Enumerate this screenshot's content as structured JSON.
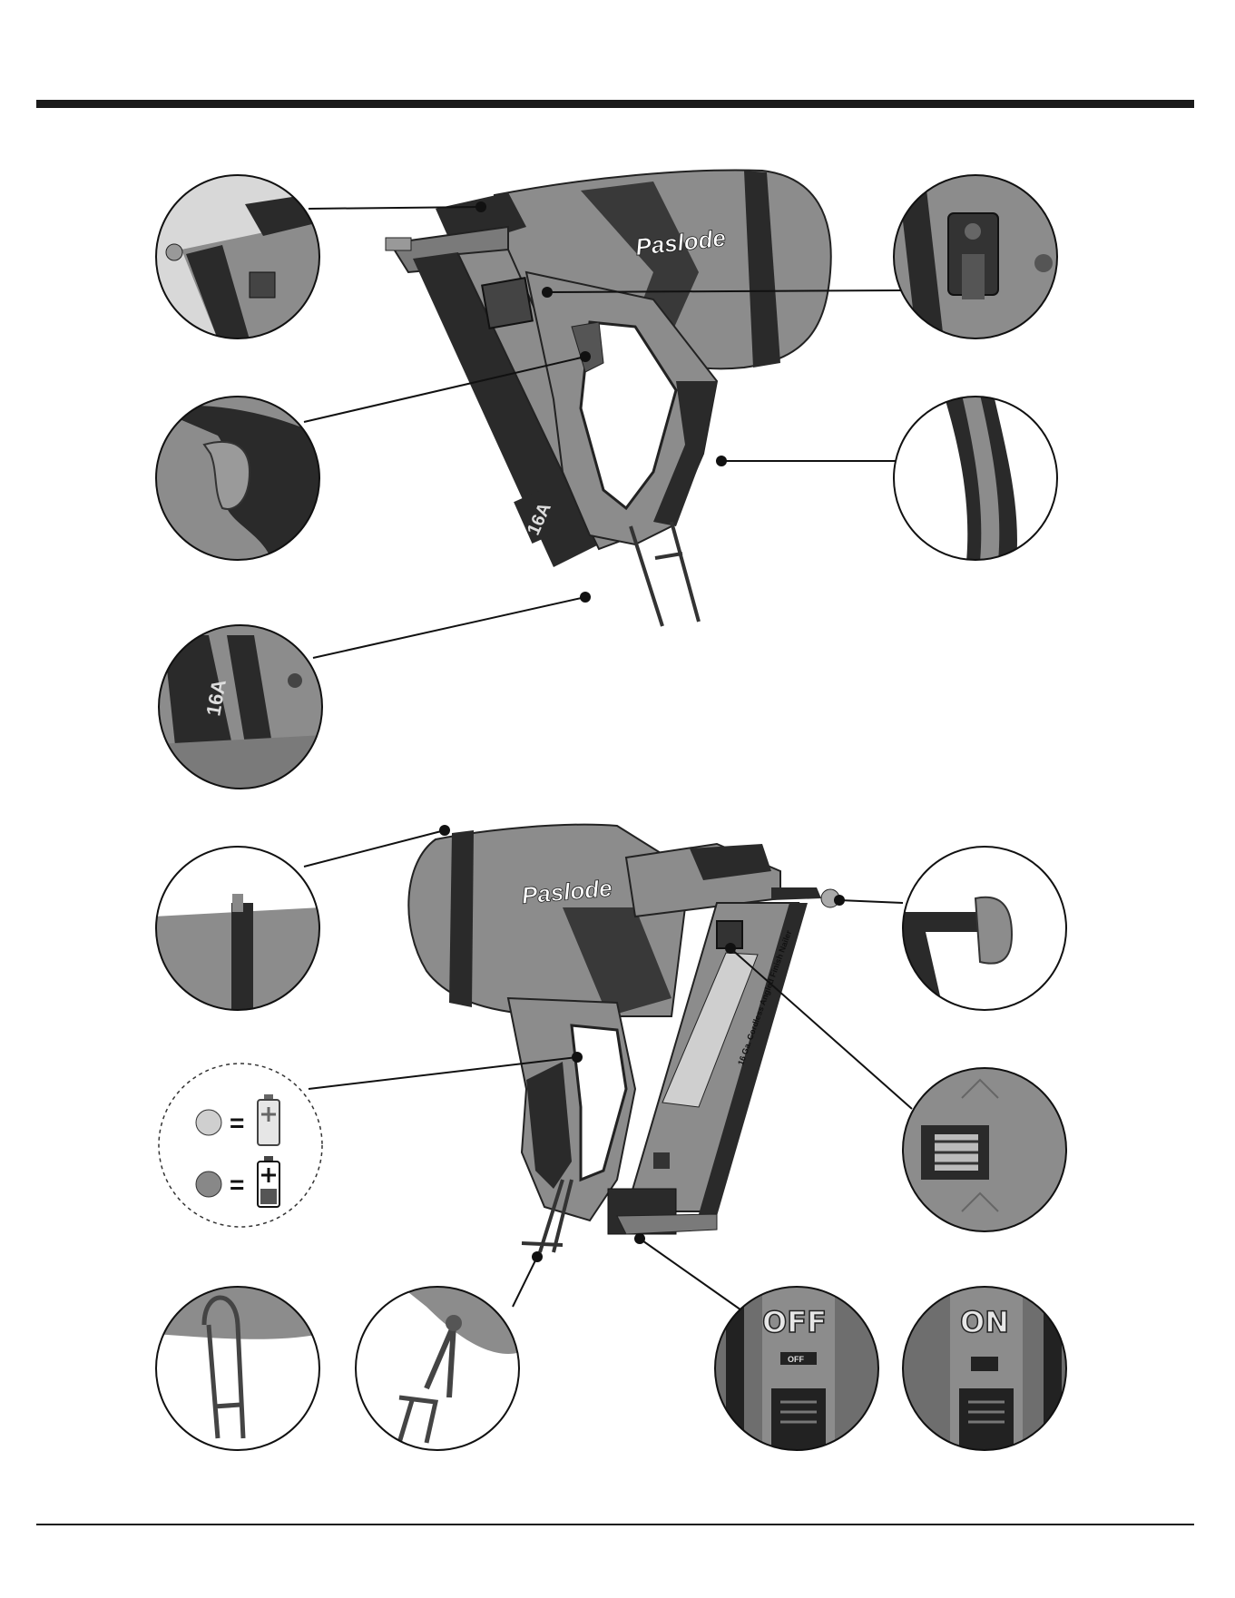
{
  "brand": {
    "logo_text": "Paslode"
  },
  "tool": {
    "model_badge": "16A"
  },
  "label_plate": {
    "line1": "16 Ga. Cordless Angled Finish Nailer"
  },
  "battery_legend": {
    "equals_1": "=",
    "equals_2": "="
  },
  "switch": {
    "off_label": "OFF",
    "on_label": "ON",
    "small_off_label": "OFF"
  },
  "colors": {
    "rule": "#1a1a1a",
    "tool_body": "#8c8c8c",
    "tool_dark": "#2a2a2a",
    "callout_line": "#111111"
  }
}
